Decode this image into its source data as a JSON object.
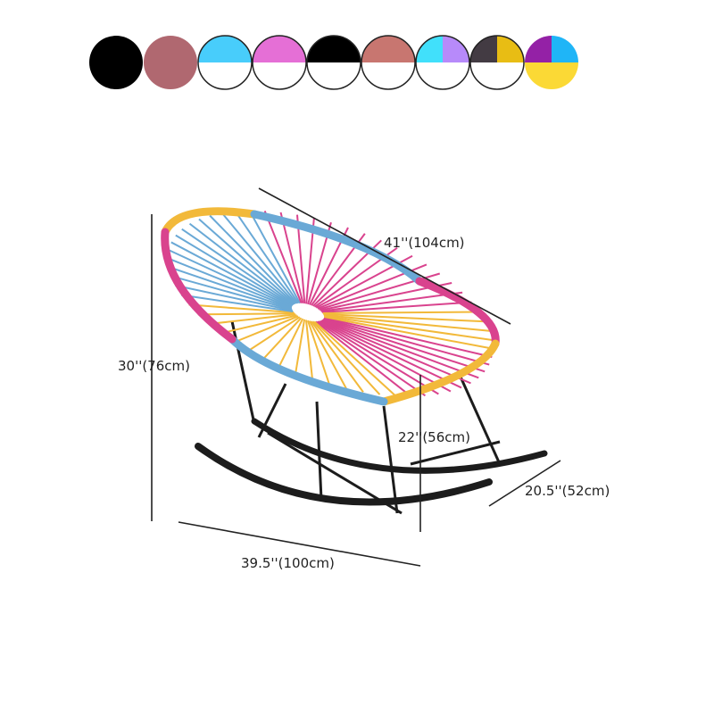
{
  "swatches": [
    {
      "name": "black",
      "top": "#000000",
      "bottom": "#000000",
      "full": true
    },
    {
      "name": "rose",
      "top": "#b06870",
      "bottom": "#b06870",
      "full": true
    },
    {
      "name": "sky-blue-white",
      "top": "#48cdfb",
      "bottom": "#ffffff"
    },
    {
      "name": "pink-white",
      "top": "#e56fd6",
      "bottom": "#ffffff"
    },
    {
      "name": "black-white",
      "top": "#000000",
      "bottom": "#ffffff"
    },
    {
      "name": "terracotta-white",
      "top": "#c87670",
      "bottom": "#ffffff"
    },
    {
      "name": "cyan-lavender-white",
      "topLeft": "#41e0fb",
      "topRight": "#b78afa",
      "bottom": "#ffffff"
    },
    {
      "name": "charcoal-gold-white",
      "topLeft": "#433b43",
      "topRight": "#e8bd14",
      "bottom": "#ffffff"
    },
    {
      "name": "purple-blue-yellow",
      "topLeft": "#9421a6",
      "topRight": "#1fb5f7",
      "bottom": "#fbd935"
    }
  ],
  "dimensions": {
    "length": "41''(104cm)",
    "height": "30''(76cm)",
    "seat_height": "22''(56cm)",
    "width": "20.5''(52cm)",
    "depth": "39.5''(100cm)"
  },
  "chair_colors": {
    "pink": "#d9438e",
    "yellow": "#f2b93a",
    "blue": "#6aa9d6",
    "frame": "#1c1c1c"
  }
}
